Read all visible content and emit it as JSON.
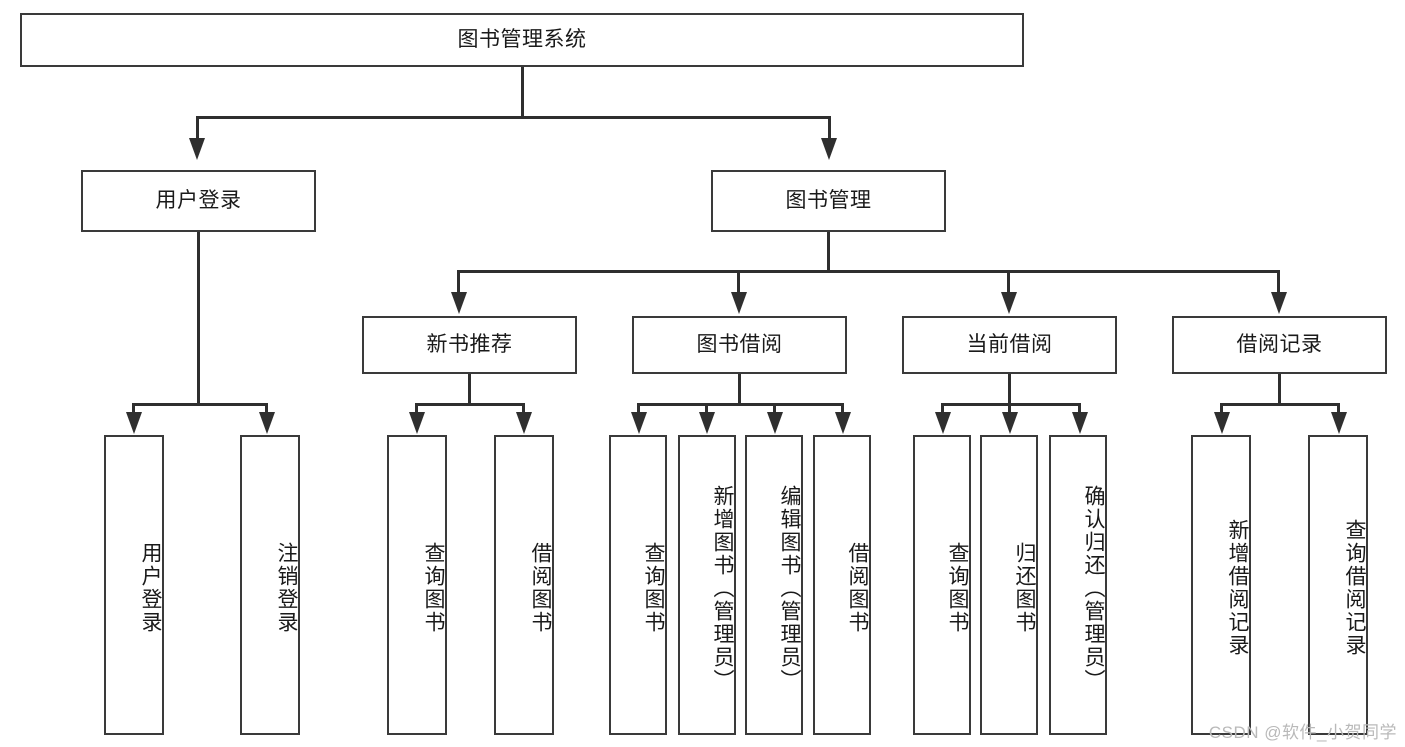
{
  "diagram": {
    "type": "tree-hierarchy",
    "title": "图书管理系统",
    "watermark": "CSDN @软件_小贺同学",
    "colors": {
      "box_border": "#3a3a3a",
      "connector": "#2f2f2f",
      "text": "#1a1a1a",
      "background": "#ffffff",
      "watermark": "#b9b9b9"
    },
    "root": {
      "label": "图书管理系统"
    },
    "level2": [
      {
        "label": "用户登录"
      },
      {
        "label": "图书管理"
      }
    ],
    "level3": [
      {
        "label": "新书推荐"
      },
      {
        "label": "图书借阅"
      },
      {
        "label": "当前借阅"
      },
      {
        "label": "借阅记录"
      }
    ],
    "leaves": {
      "user_login": [
        {
          "label": "用户登录"
        },
        {
          "label": "注销登录"
        }
      ],
      "new_book": [
        {
          "label": "查询图书"
        },
        {
          "label": "借阅图书"
        }
      ],
      "borrow_book": [
        {
          "label": "查询图书"
        },
        {
          "label": "新增图书（管理员）"
        },
        {
          "label": "编辑图书（管理员）"
        },
        {
          "label": "借阅图书"
        }
      ],
      "current_borrow": [
        {
          "label": "查询图书"
        },
        {
          "label": "归还图书"
        },
        {
          "label": "确认归还（管理员）"
        }
      ],
      "borrow_record": [
        {
          "label": "新增借阅记录"
        },
        {
          "label": "查询借阅记录"
        }
      ]
    }
  }
}
